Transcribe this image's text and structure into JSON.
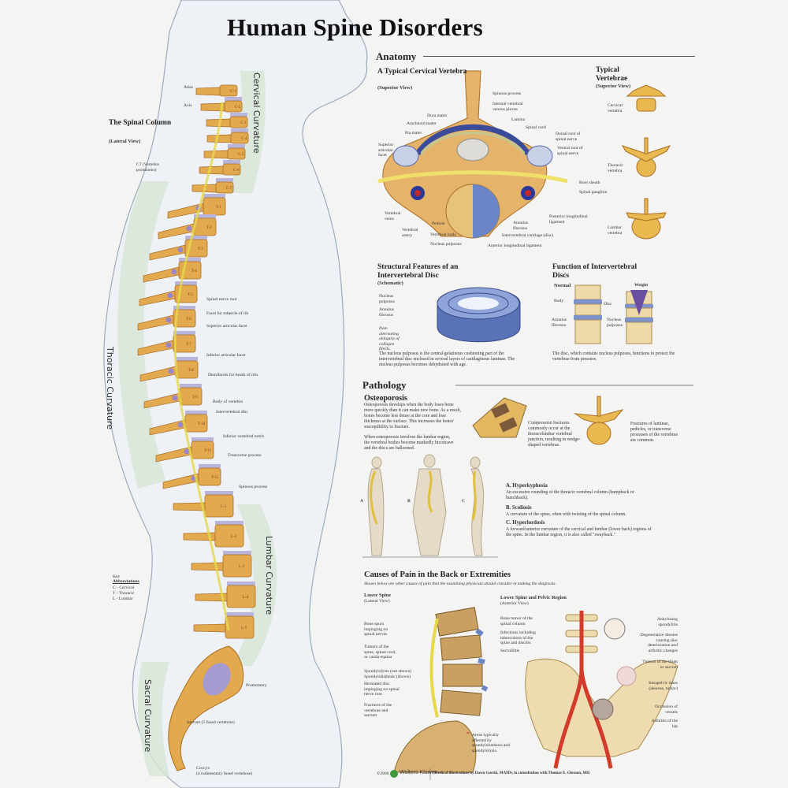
{
  "title": "Human Spine Disorders",
  "spinal_column": {
    "heading": "The Spinal Column",
    "subheading": "(Lateral View)",
    "c7_label": "C7 (Vertebra prominens)",
    "curvatures": {
      "cervical": "Cervical Curvature",
      "thoracic": "Thoracic Curvature",
      "lumbar": "Lumbar Curvature",
      "sacral": "Sacral Curvature"
    },
    "labels": {
      "atlas": "Atlas",
      "axis": "Axis",
      "spinal_nerve_root": "Spinal nerve root",
      "facet_tubercle": "Facet for tubercle of rib",
      "superior_facet": "Superior articular facet",
      "inferior_facet": "Inferior articular facet",
      "demifacets": "Demifacets for heads of ribs",
      "body": "Body of vertebra",
      "disc": "Intervertebral disc",
      "notch": "Inferior vertebral notch",
      "transverse": "Transverse process",
      "spinous": "Spinous process",
      "promontory": "Promontory",
      "sacrum": "Sacrum (5 fused vertebrae)",
      "coccyx": "Coccyx",
      "coccyx_note": "(4 rudimentary fused vertebrae)"
    },
    "vertebra_labels": [
      "C-1",
      "C-2",
      "C-3",
      "C-4",
      "C-5",
      "C-6",
      "C-7",
      "T-1",
      "T-2",
      "T-3",
      "T-4",
      "T-5",
      "T-6",
      "T-7",
      "T-8",
      "T-9",
      "T-10",
      "T-11",
      "T-12",
      "L-1",
      "L-2",
      "L-3",
      "L-4",
      "L-5"
    ],
    "key": {
      "heading": "Key",
      "subheading": "Abbreviations",
      "items": [
        "C - Cervical",
        "T - Thoracic",
        "L - Lumbar"
      ]
    }
  },
  "anatomy": {
    "heading": "Anatomy",
    "cervical": {
      "title": "A Typical Cervical Vertebra",
      "view": "(Superior View)",
      "labels": {
        "spinous": "Spinous process",
        "plexus": "Internal vertebral venous plexus",
        "dura": "Dura mater",
        "arachnoid": "Arachnoid mater",
        "lamina": "Lamina",
        "pia": "Pia mater",
        "cord": "Spinal cord",
        "dorsal": "Dorsal root of spinal nerve",
        "ventral": "Ventral root of spinal nerve",
        "facet": "Superior articular facet",
        "sheath": "Root sheath",
        "ganglion": "Spinal ganglion",
        "veins": "Vertebral veins",
        "post_lig": "Posterior longitudinal ligament",
        "pedicle": "Pedicle",
        "annulus": "Annulus fibrosus",
        "artery": "Vertebral artery",
        "vbody": "Vertebral body",
        "cartilage": "Intervertebral cartilage (disc)",
        "nucleus": "Nucleus pulposus",
        "ant_lig": "Anterior longitudinal ligament"
      }
    },
    "typical": {
      "title": "Typical Vertebrae",
      "view": "(Superior View)",
      "items": [
        "Cervical vertebra",
        "Thoracic vertebra",
        "Lumbar vertebra"
      ]
    },
    "disc_structure": {
      "title": "Structural Features of an Intervertebral Disc",
      "view": "(Schematic)",
      "nucleus": "Nucleus pulposus",
      "annulus": "Annulus fibrosus",
      "note": "Note alternating obliquity of collagen fibrils.",
      "text": "The nucleus pulposus is the central gelatinous cushioning part of the intervertebral disc enclosed in several layers of cartilaginous laminae. The nucleus pulposus becomes dehydrated with age."
    },
    "disc_function": {
      "title": "Function of Intervertebral Discs",
      "normal": "Normal",
      "weight": "Weight",
      "body": "Body",
      "disc": "Disc",
      "annulus": "Annulus fibrosus",
      "nucleus": "Nucleus pulposus",
      "text": "The disc, which contains nucleus pulposus, functions to protect the vertebrae from pressure."
    }
  },
  "pathology": {
    "heading": "Pathology",
    "osteoporosis": {
      "title": "Osteoporosis",
      "text1": "Osteoporosis develops when the body loses bone more quickly than it can make new bone. As a result, bones become less dense at the core and lose thickness at the surface. This increases the bones' susceptibility to fracture.",
      "text2": "When osteoporosis involves the lumbar region, the vertebral bodies become markedly biconcave and the discs are ballooned.",
      "compression": "Compression fractures commonly occur at the thoracolumbar vertebral junction, resulting in wedge-shaped vertebrae.",
      "fractures": "Fractures of laminae, pedicles, or transverse processes of the vertebrae are common."
    },
    "postures": {
      "figure_labels": [
        "A",
        "B",
        "C"
      ],
      "items": [
        {
          "title": "A. Hyperkyphosia",
          "text": "An excessive rounding of the thoracic vertebral column (humpback or hunchback)."
        },
        {
          "title": "B. Scoliosis",
          "text": "A curvature of the spine, often with twisting of the spinal column."
        },
        {
          "title": "C. Hyperlordosis",
          "text": "A forward/anterior curvature of the cervical and lumbar (lower back) regions of the spine. In the lumbar region, it is also called \"swayback.\""
        }
      ]
    }
  },
  "causes": {
    "title": "Causes of Pain in the Back or Extremities",
    "subtitle": "Shown below are other causes of pain that the examining physician should consider in making the diagnosis.",
    "lower_spine": {
      "title": "Lower Spine",
      "view": "(Lateral View)",
      "labels": [
        "Bone spurs impinging on spinal nerves",
        "Tumors of the spine, spinal cord, or cauda equina",
        "Spondylolysis (not shown) Spondylolisthesis (shown)",
        "Herniated disc impinging on spinal nerve root",
        "Fractures of the vertebrae and sacrum"
      ],
      "asterisk_note": "Areas typically affected by spondylolisthesis and spondylolysis."
    },
    "pelvic": {
      "title": "Lower Spine and Pelvic Region",
      "view": "(Anterior View)",
      "left_labels": [
        "Bone tumor of the spinal column",
        "Infections including tuberculosis of the spine and discitis",
        "Sacroiliitis"
      ],
      "right_labels": [
        "Ankylosing spondylitis",
        "Degenerative disease causing disc deterioration and arthritic changes",
        "Tumors of the ilium or sacrum",
        "Intrapelvic mass (abscess, tumor)",
        "Occlusion of vessels",
        "Arthritis of the hip"
      ]
    }
  },
  "footer": {
    "copyright": "©2000",
    "publisher": "Wolters Kluwer",
    "credits": "Medical illustrations by Dawn Gorski, MAMS, in consultation with Thomas E. Gleason, MD."
  },
  "colors": {
    "bone": "#e3a94e",
    "bone_dark": "#a96e25",
    "disc": "#b8b4dc",
    "band": "#d7e6d6",
    "skin": "#eef1f5",
    "artery": "#d23a2a",
    "disc_blue": "#6a86c8"
  }
}
